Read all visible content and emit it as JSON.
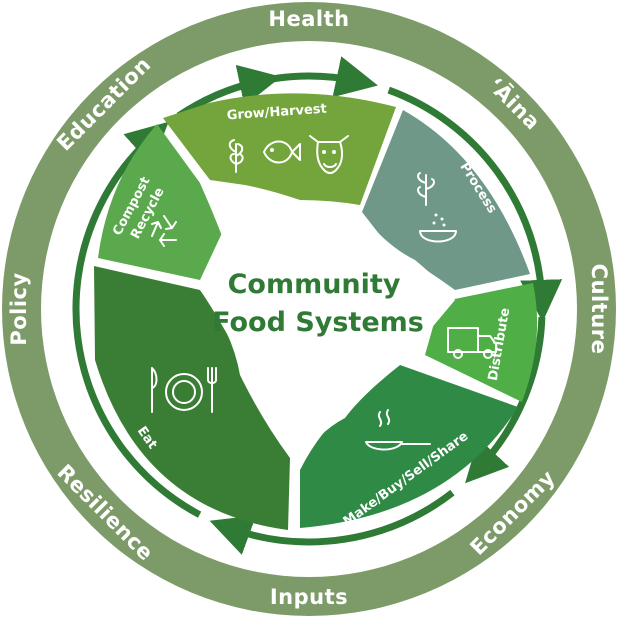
{
  "colors": {
    "outer_ring": "#7d9b68",
    "inner_ring": "#ffffff",
    "arrow": "#2f7a34",
    "title": "#2f7a34",
    "grow": "#74a53c",
    "process": "#6f9888",
    "distribute": "#4fae46",
    "make": "#2f8a45",
    "eat": "#3a7e35",
    "compost": "#5aa94d"
  },
  "outer_ring": {
    "labels": [
      "Health",
      "ʻĀina",
      "Culture",
      "Economy",
      "Inputs",
      "Resilience",
      "Policy",
      "Education"
    ]
  },
  "segments": {
    "grow": {
      "label": "Grow/Harvest",
      "icons": [
        "plant-icon",
        "fish-icon",
        "cow-icon"
      ]
    },
    "process": {
      "label": "Process",
      "icons": [
        "herb-sieve-icon"
      ]
    },
    "distribute": {
      "label": "Distribute",
      "icons": [
        "truck-icon"
      ]
    },
    "make": {
      "label": "Make/Buy/Sell/Share",
      "icons": [
        "frying-pan-icon"
      ]
    },
    "eat": {
      "label": "Eat",
      "icons": [
        "plate-utensils-icon"
      ]
    },
    "compost": {
      "label_line1": "Compost",
      "label_line2": "Recycle",
      "icons": [
        "recycle-icon"
      ]
    }
  },
  "center": {
    "title_line1": "Community",
    "title_line2": "Food Systems"
  }
}
